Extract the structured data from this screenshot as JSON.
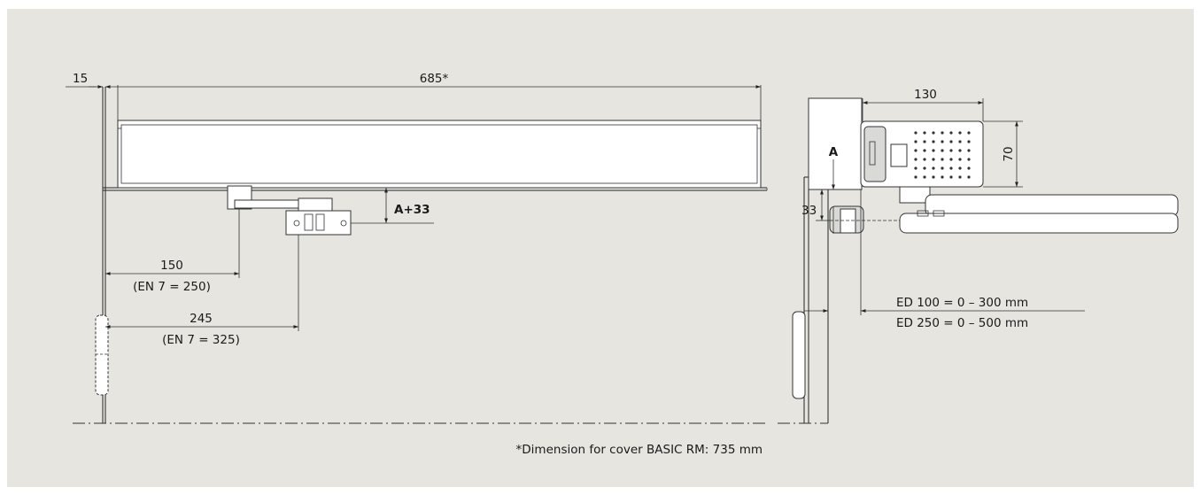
{
  "colors": {
    "background": "#e6e5df",
    "frame": "#ffffff",
    "lines": "#222222"
  },
  "front_view": {
    "dim_overall": "685*",
    "dim_offset": "15",
    "dim_arm_height": "A+33",
    "dim_arm_pivot": "150",
    "dim_arm_pivot_en7": "(EN 7 = 250)",
    "dim_shoe_pos": "245",
    "dim_shoe_pos_en7": "(EN 7 = 325)"
  },
  "side_view": {
    "dim_depth": "130",
    "dim_height": "70",
    "dim_a": "A",
    "dim_33": "33",
    "range_ed100": "ED 100 = 0 – 300 mm",
    "range_ed250": "ED 250 = 0 – 500 mm"
  },
  "footnote": "*Dimension for cover BASIC RM: 735 mm"
}
